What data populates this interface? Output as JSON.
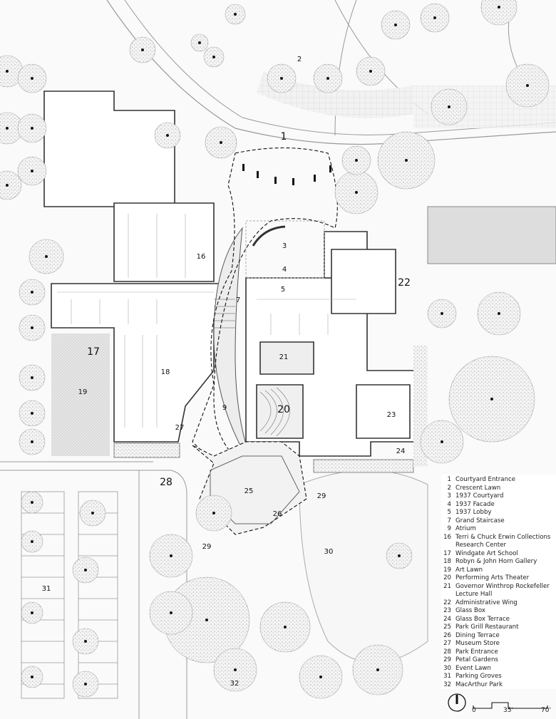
{
  "plan_labels": {
    "l1": "1",
    "l2": "2",
    "l3": "3",
    "l4": "4",
    "l5": "5",
    "l7": "7",
    "l9": "9",
    "l16": "16",
    "l17": "17",
    "l18": "18",
    "l19": "19",
    "l20": "20",
    "l21": "21",
    "l22": "22",
    "l23": "23",
    "l24": "24",
    "l25": "25",
    "l26": "26",
    "l27": "27",
    "l28": "28",
    "l29a": "29",
    "l29b": "29",
    "l30": "30",
    "l31": "31",
    "l32": "32"
  },
  "legend": [
    {
      "num": "1",
      "text": "Courtyard Entrance"
    },
    {
      "num": "2",
      "text": "Crescent Lawn"
    },
    {
      "num": "3",
      "text": "1937 Courtyard"
    },
    {
      "num": "4",
      "text": "1937 Facade"
    },
    {
      "num": "5",
      "text": "1937 Lobby"
    },
    {
      "num": "7",
      "text": "Grand Staircase"
    },
    {
      "num": "9",
      "text": "Atrium"
    },
    {
      "num": "16",
      "text": "Terri & Chuck Erwin Collections Research Center"
    },
    {
      "num": "17",
      "text": "Windgate Art School"
    },
    {
      "num": "18",
      "text": "Robyn & John Horn Gallery"
    },
    {
      "num": "19",
      "text": "Art Lawn"
    },
    {
      "num": "20",
      "text": "Performing Arts Theater"
    },
    {
      "num": "21",
      "text": "Governor Winthrop Rockefeller Lecture Hall"
    },
    {
      "num": "22",
      "text": "Administrative Wing"
    },
    {
      "num": "23",
      "text": "Glass Box"
    },
    {
      "num": "24",
      "text": "Glass Box Terrace"
    },
    {
      "num": "25",
      "text": "Park Grill Restaurant"
    },
    {
      "num": "26",
      "text": "Dining Terrace"
    },
    {
      "num": "27",
      "text": "Museum Store"
    },
    {
      "num": "28",
      "text": "Park Entrance"
    },
    {
      "num": "29",
      "text": "Petal Gardens"
    },
    {
      "num": "30",
      "text": "Event Lawn"
    },
    {
      "num": "31",
      "text": "Parking Groves"
    },
    {
      "num": "32",
      "text": "MacArthur Park"
    }
  ],
  "scale_bar": {
    "zero": "0",
    "mid": "35'",
    "end": "70'"
  },
  "icons": {
    "north": "north-arrow-icon"
  }
}
